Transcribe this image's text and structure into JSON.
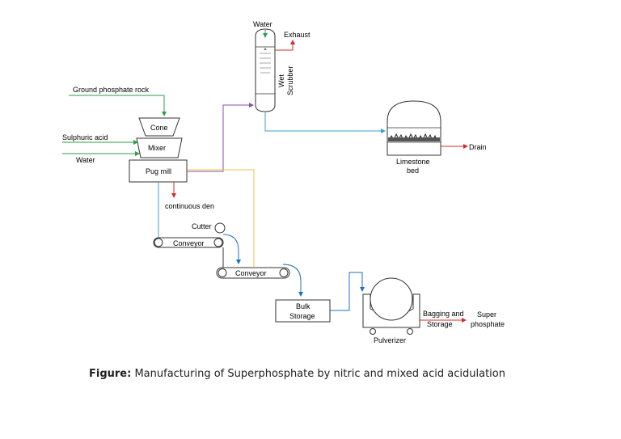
{
  "labels": {
    "water_top": "Water",
    "exhaust": "Exhaust",
    "wet": "Wet",
    "scrubber": "Scrubber",
    "ground_phosphate_rock": "Ground phosphate rock",
    "cone": "Cone",
    "sulphuric_acid": "Sulphuric acid",
    "mixer": "Mixer",
    "water_left": "Water",
    "pug_mill": "Pug mill",
    "continuous_den": "continuous den",
    "cutter": "Cutter",
    "conveyor_1": "Conveyor",
    "conveyor_2": "Conveyor",
    "limestone": "Limestone",
    "bed": "bed",
    "drain": "Drain",
    "bulk": "Bulk",
    "storage": "Storage",
    "pulverizer": "Pulverizer",
    "bagging_and": "Bagging and",
    "storage_2": "Storage",
    "super": "Super",
    "phosphate": "phosphate"
  },
  "caption": {
    "prefix": "Figure:",
    "text": " Manufacturing of Superphosphate by nitric and mixed acid acidulation"
  },
  "colors": {
    "green": "#2e9e48",
    "red": "#d62b2b",
    "purple": "#8a4fa8",
    "cyan": "#3aa0cc",
    "yellow": "#f0c040",
    "blue": "#1f6fc0",
    "gray": "#888888"
  }
}
